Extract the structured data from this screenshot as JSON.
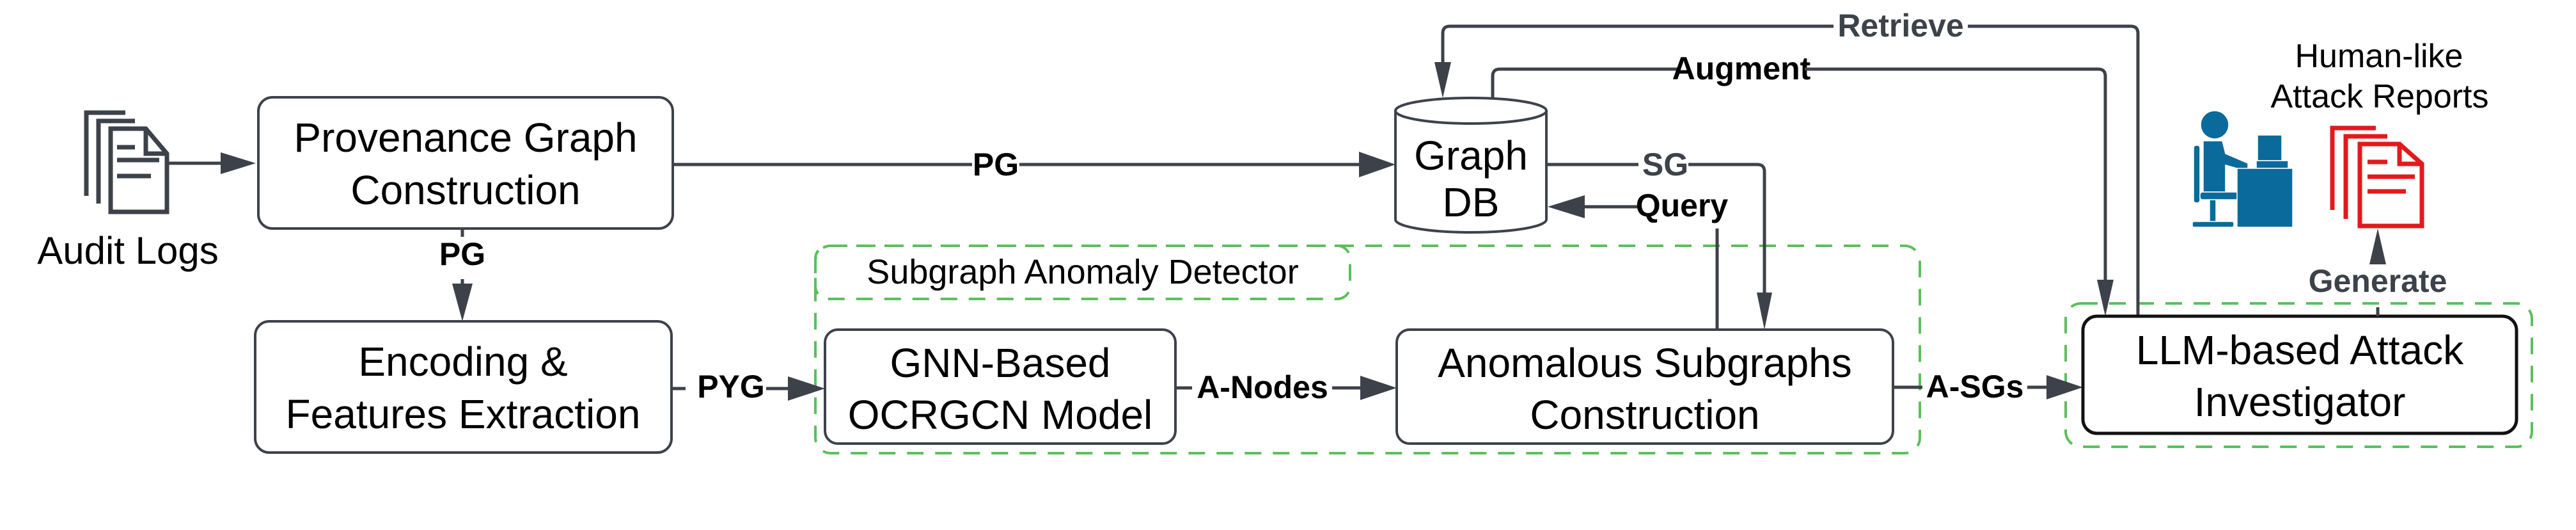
{
  "diagram": {
    "nodes": {
      "audit_logs": {
        "label": "Audit Logs",
        "icon": "document-stack-icon"
      },
      "pg_construction": {
        "line1": "Provenance Graph",
        "line2": "Construction"
      },
      "encoding": {
        "line1": "Encoding &",
        "line2": "Features Extraction"
      },
      "graph_db": {
        "line1": "Graph",
        "line2": "DB",
        "icon": "database-cylinder-icon"
      },
      "gnn": {
        "line1": "GNN-Based",
        "line2": "OCRGCN Model"
      },
      "anomalous": {
        "line1": "Anomalous Subgraphs",
        "line2": "Construction"
      },
      "llm": {
        "line1": "LLM-based Attack",
        "line2": "Investigator"
      },
      "reports": {
        "line1": "Human-like",
        "line2": "Attack Reports",
        "icon": "red-document-stack-icon",
        "icon_color": "#e3191c"
      },
      "analyst": {
        "icon": "person-at-desk-icon",
        "icon_color": "#0a6a9c"
      }
    },
    "groups": {
      "subgraph_detector": {
        "label": "Subgraph Anomaly Detector",
        "color": "#5cbf5c"
      },
      "llm_group": {
        "color": "#5cbf5c"
      }
    },
    "edges": {
      "logs_to_pg": {
        "label": ""
      },
      "pg_to_db": {
        "label": "PG"
      },
      "pg_to_encoding": {
        "label": "PG"
      },
      "encoding_to_gnn": {
        "label": "PYG"
      },
      "gnn_to_anomalous": {
        "label": "A-Nodes"
      },
      "db_to_anomalous": {
        "label": "SG"
      },
      "anomalous_query_db": {
        "label": "Query"
      },
      "anomalous_to_llm": {
        "label": "A-SGs"
      },
      "llm_retrieve_db": {
        "label": "Retrieve"
      },
      "db_augment_llm": {
        "label": "Augment"
      },
      "llm_generate_reports": {
        "label": "Generate"
      }
    },
    "colors": {
      "stroke": "#3d424a",
      "group_dash": "#5cbf5c",
      "analyst_blue": "#0a6a9c",
      "report_red": "#e3191c"
    }
  }
}
